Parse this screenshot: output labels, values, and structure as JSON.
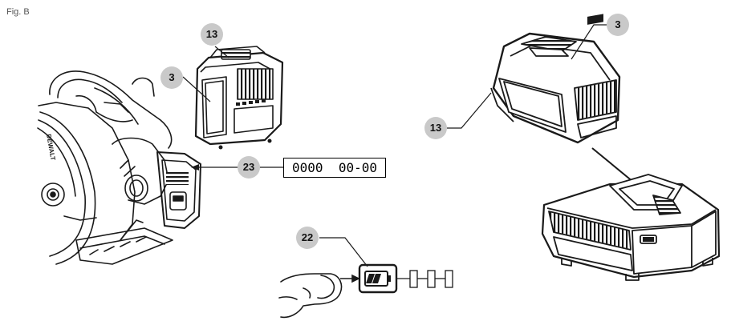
{
  "figure_label": "Fig. B",
  "callouts": {
    "n13_top": "13",
    "n3_left": "3",
    "n23": "23",
    "n22": "22",
    "n3_right": "3",
    "n13_right": "13"
  },
  "date_code": "0000  00-00",
  "saw_brand": "DEWALT",
  "colors": {
    "callout_fill": "#c9c9c9",
    "line": "#1a1a1a",
    "background": "#ffffff"
  }
}
